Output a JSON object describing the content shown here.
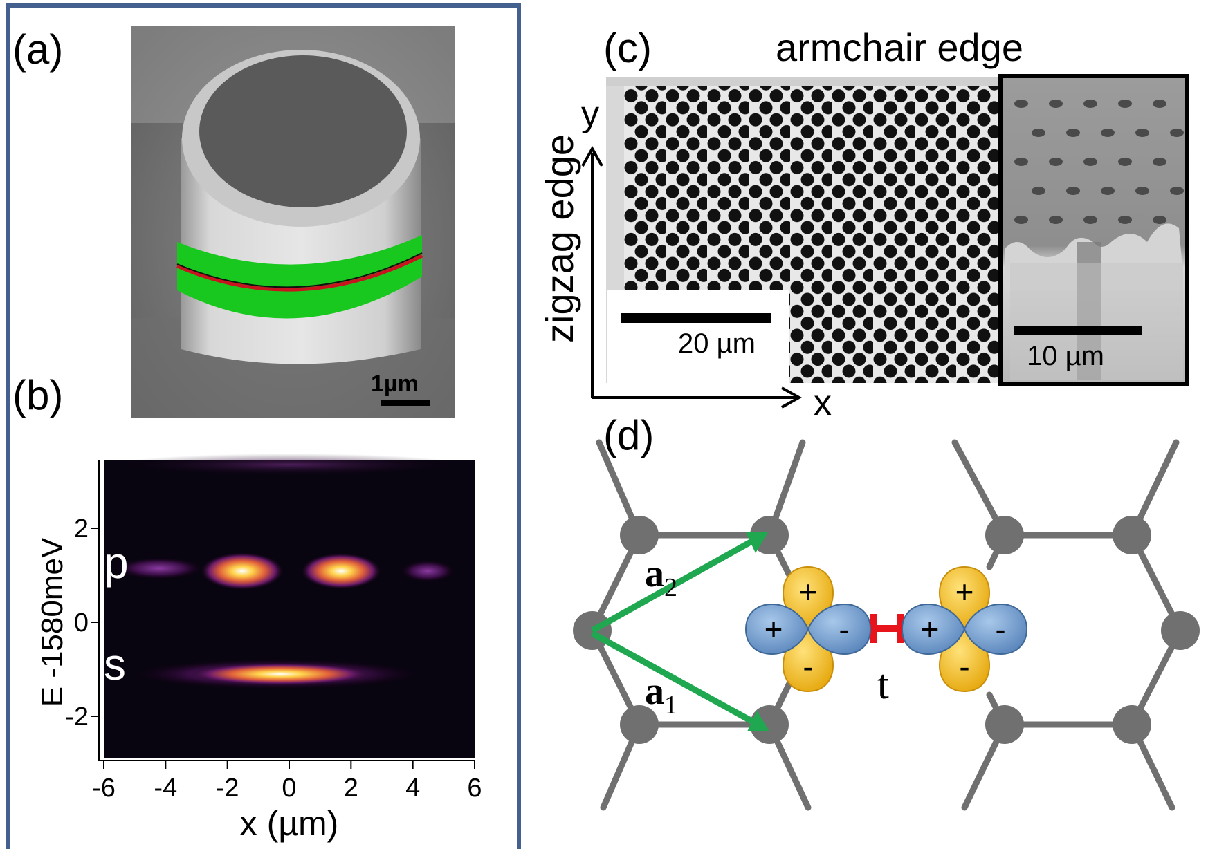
{
  "panels": {
    "a": {
      "label": "(a)",
      "scale_bar": "1µm"
    },
    "b": {
      "label": "(b)",
      "ylabel": "E -1580meV",
      "xlabel": "x (µm)",
      "x_ticks": [
        "-6",
        "-4",
        "-2",
        "0",
        "2",
        "4",
        "6"
      ],
      "y_ticks": [
        "2",
        "0",
        "-2"
      ],
      "mode_p": "p",
      "mode_s": "s"
    },
    "c": {
      "label": "(c)",
      "title": "armchair edge",
      "side_label": "zigzag edge",
      "axis_x": "x",
      "axis_y": "y",
      "scale_main": "20 µm",
      "scale_inset": "10 µm"
    },
    "d": {
      "label": "(d)",
      "vec_a2": "a",
      "vec_a2_sub": "2",
      "vec_a1": "a",
      "vec_a1_sub": "1",
      "hopping": "t",
      "plus": "+",
      "minus": "-"
    }
  },
  "colors": {
    "frame": "#44608e",
    "lattice": "#707070",
    "arrow": "#1fa84f",
    "lobe_yellow": "#f4c22a",
    "lobe_blue": "#7aa3d0",
    "hop": "#e8141c",
    "band": "#19c81e",
    "ring": "#c8141e"
  }
}
